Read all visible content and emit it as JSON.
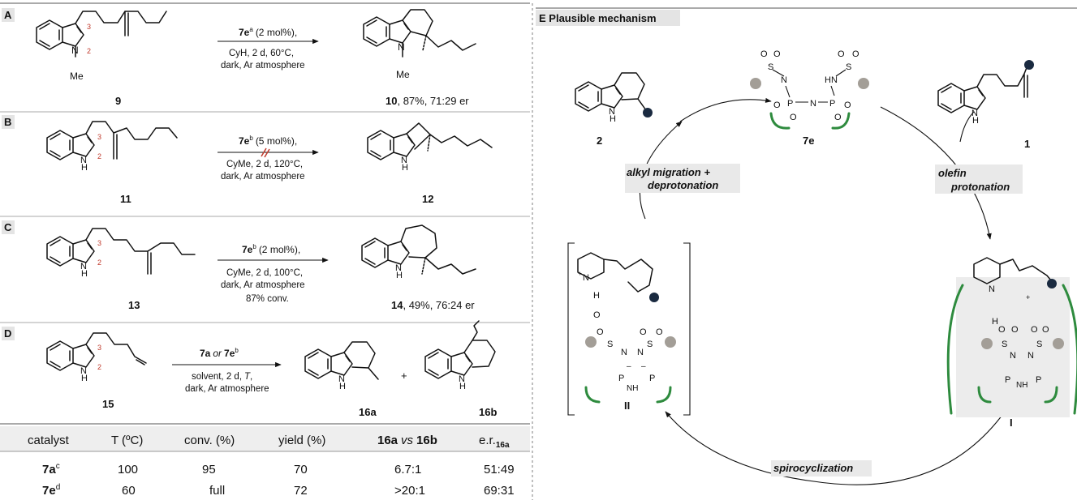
{
  "panels": {
    "A": {
      "letter": "A",
      "sm": "9",
      "cond1": "(2 mol%),",
      "cat": "7e",
      "catSup": "a",
      "cond2": "CyH, 2 d, 60°C,",
      "cond3": "dark, Ar atmosphere",
      "prod": "10",
      "prodText": ", 87%, 71:29 er"
    },
    "B": {
      "letter": "B",
      "sm": "11",
      "cat": "7e",
      "catSup": "b",
      "cond1": "(5 mol%),",
      "cond2": "CyMe, 2 d, 120°C,",
      "cond3": "dark, Ar atmosphere",
      "prod": "12"
    },
    "C": {
      "letter": "C",
      "sm": "13",
      "cat": "7e",
      "catSup": "b",
      "cond1": "(2 mol%),",
      "cond2": "CyMe, 2 d, 100°C,",
      "cond3": "dark, Ar atmosphere",
      "cond4": "87% conv.",
      "prod": "14",
      "prodText": ", 49%, 76:24 er"
    },
    "D": {
      "letter": "D",
      "sm": "15",
      "catA": "7a",
      "or": "or",
      "catB": "7e",
      "catSup": "b",
      "cond2": "solvent, 2 d,",
      "condT": "T",
      "condComma": ",",
      "cond3": "dark, Ar atmosphere",
      "prodA": "16a",
      "prodB": "16b",
      "plus": "+"
    }
  },
  "atoms": {
    "me": "Me",
    "n": "N",
    "h": "H",
    "nh": "NH",
    "o": "O",
    "s": "S",
    "p": "P",
    "hn": "HN",
    "pos2": "2",
    "pos3": "3"
  },
  "table": {
    "headers": [
      "catalyst",
      "T (ºC)",
      "conv. (%)",
      "yield (%)",
      "",
      "e.r."
    ],
    "h5a": "16a",
    "h5vs": "vs",
    "h5b": "16b",
    "h6sub": "16a",
    "rows": [
      {
        "cat": "7a",
        "sup": "c",
        "T": "100",
        "conv": "95",
        "yield": "70",
        "ratio": "6.7:1",
        "er": "51:49"
      },
      {
        "cat": "7e",
        "sup": "d",
        "T": "60",
        "conv": "full",
        "yield": "72",
        "ratio": ">20:1",
        "er": "69:31"
      }
    ]
  },
  "mechanism": {
    "title": "E Plausible mechanism",
    "cat": "7e",
    "product": "2",
    "substrate": "1",
    "int1": "I",
    "int2": "II",
    "step_olefin1": "olefin",
    "step_olefin2": "protonation",
    "step_alkyl1": "alkyl migration +",
    "step_alkyl2": "deprotonation",
    "step_spiro": "spirocyclization",
    "plus": "+",
    "minus": "–"
  },
  "colors": {
    "green": "#2e8b3e",
    "navy": "#1a2a40",
    "grey": "#a39e97",
    "red": "#c0392b"
  }
}
